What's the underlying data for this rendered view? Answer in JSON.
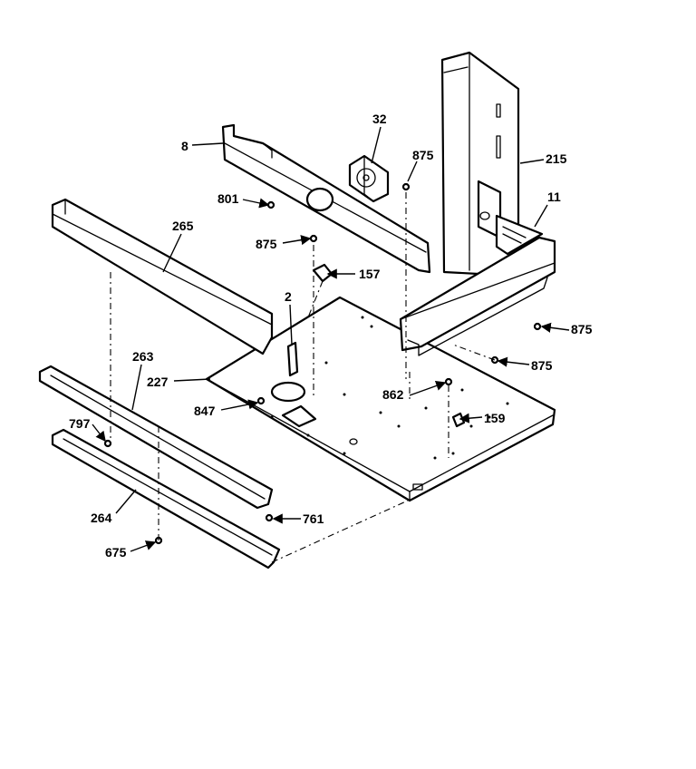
{
  "diagram": {
    "callouts": {
      "p8": "8",
      "p32": "32",
      "p875_top": "875",
      "p215": "215",
      "p11": "11",
      "p801": "801",
      "p875_mid": "875",
      "p265": "265",
      "p157": "157",
      "p2": "2",
      "p875_right": "875",
      "p875_right2": "875",
      "p263": "263",
      "p227": "227",
      "p862": "862",
      "p847": "847",
      "p159": "159",
      "p797": "797",
      "p264": "264",
      "p761": "761",
      "p675": "675"
    }
  }
}
